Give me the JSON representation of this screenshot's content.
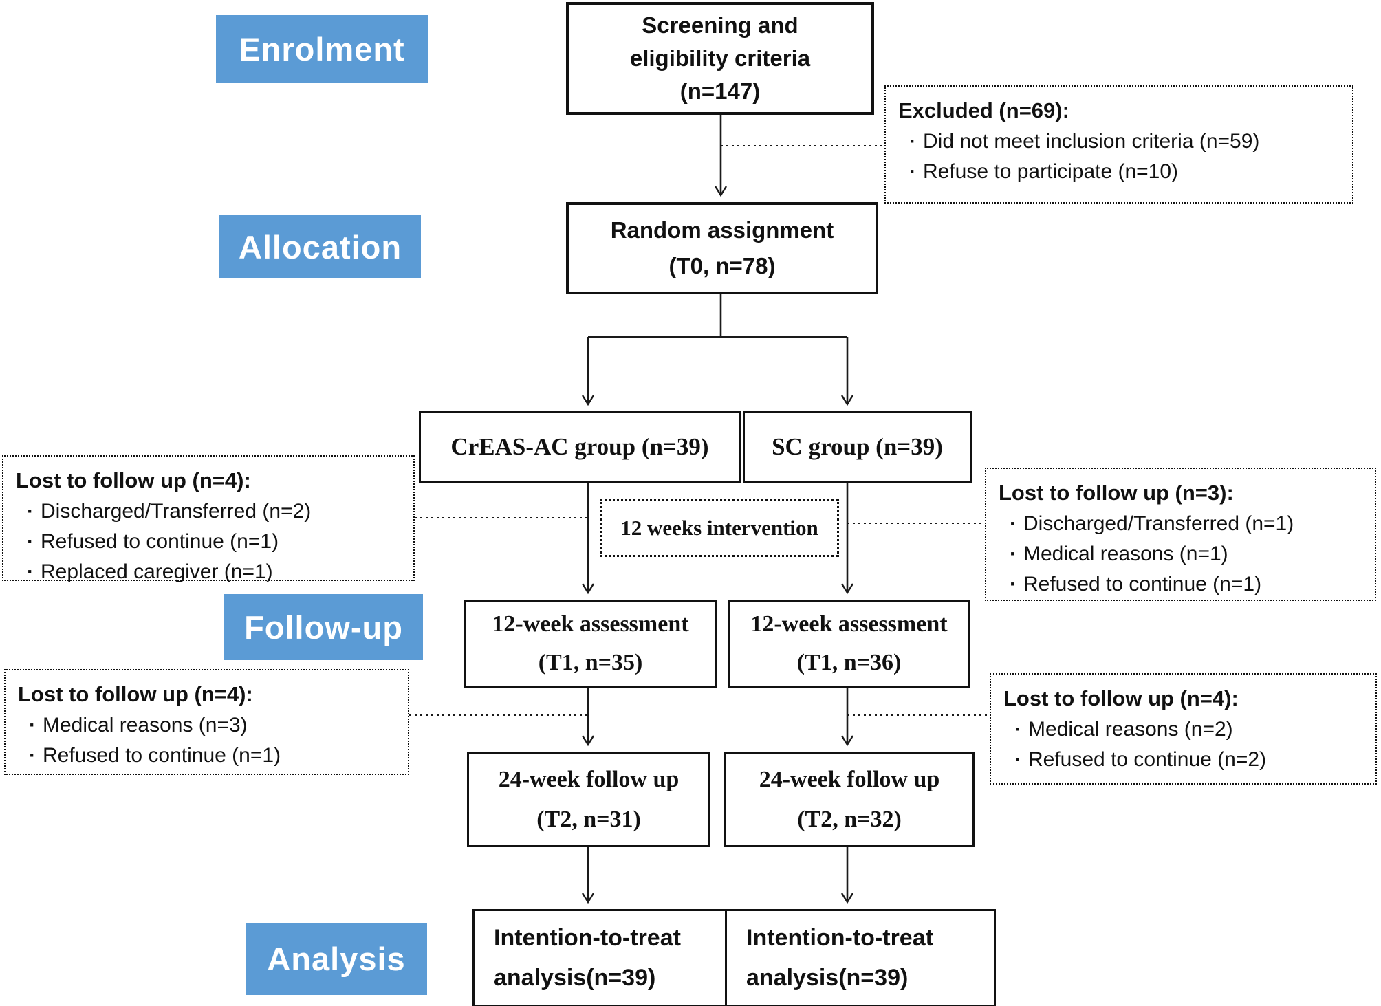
{
  "stage_labels": {
    "enrolment": "Enrolment",
    "allocation": "Allocation",
    "followup": "Follow-up",
    "analysis": "Analysis"
  },
  "flow_boxes": {
    "screening": {
      "lines": [
        "Screening and",
        "eligibility criteria",
        "(n=147)"
      ]
    },
    "random": {
      "lines": [
        "Random assignment",
        "(T0, n=78)"
      ]
    },
    "creas_group": {
      "label": "CrEAS-AC group (n=39)"
    },
    "sc_group": {
      "label": "SC group (n=39)"
    },
    "intervention": {
      "label": "12 weeks intervention"
    },
    "assessment_left": {
      "lines": [
        "12-week assessment",
        "(T1, n=35)"
      ]
    },
    "assessment_right": {
      "lines": [
        "12-week assessment",
        "(T1, n=36)"
      ]
    },
    "week24_left": {
      "lines": [
        "24-week follow up",
        "(T2, n=31)"
      ]
    },
    "week24_right": {
      "lines": [
        "24-week follow up",
        "(T2, n=32)"
      ]
    },
    "itt_left": {
      "lines": [
        "Intention-to-treat",
        "analysis(n=39)"
      ]
    },
    "itt_right": {
      "lines": [
        "Intention-to-treat",
        "analysis(n=39)"
      ]
    }
  },
  "exclusion_boxes": {
    "excluded": {
      "title": "Excluded (n=69):",
      "items": [
        "Did not meet inclusion criteria (n=59)",
        "Refuse to participate (n=10)"
      ]
    },
    "lost_left_1": {
      "title": "Lost to follow up (n=4):",
      "items": [
        "Discharged/Transferred (n=2)",
        "Refused to continue (n=1)",
        "Replaced caregiver (n=1)"
      ]
    },
    "lost_right_1": {
      "title": "Lost to follow up (n=3):",
      "items": [
        "Discharged/Transferred (n=1)",
        "Medical reasons (n=1)",
        "Refused to continue (n=1)"
      ]
    },
    "lost_left_2": {
      "title": "Lost to follow up (n=4):",
      "items": [
        "Medical reasons (n=3)",
        "Refused to continue (n=1)"
      ]
    },
    "lost_right_2": {
      "title": "Lost to follow up (n=4):",
      "items": [
        "Medical reasons (n=2)",
        "Refused to continue (n=2)"
      ]
    }
  },
  "colors": {
    "stage_label_bg": "#5b9bd5",
    "stage_label_text": "#ffffff",
    "line_color": "#1a1a1a",
    "box_border": "#111111"
  }
}
